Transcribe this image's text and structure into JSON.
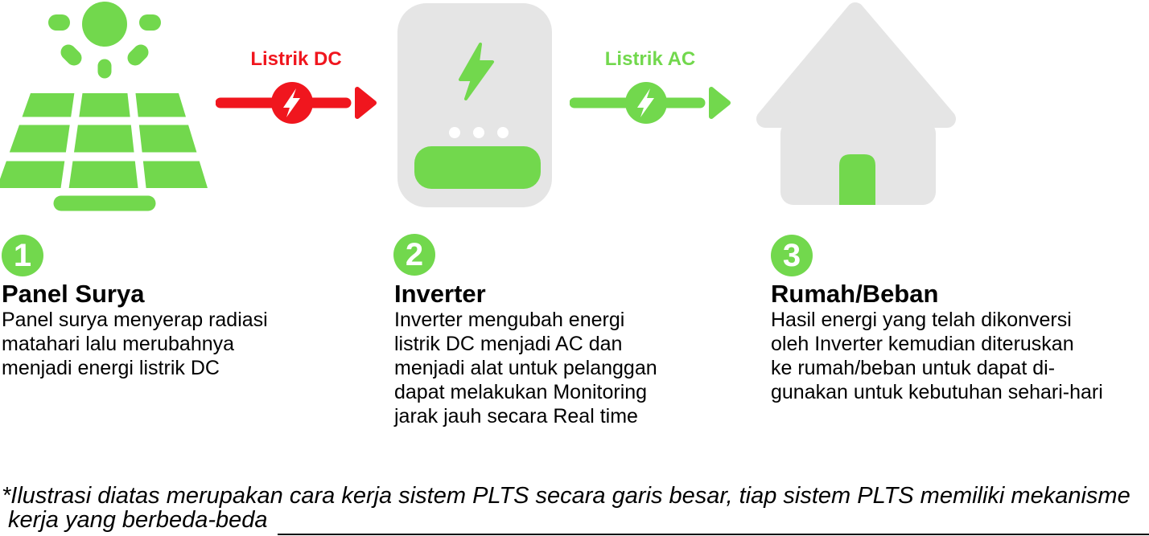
{
  "colors": {
    "green": "#72D84D",
    "red": "#F0161E",
    "gray": "#E5E5E5",
    "text": "#000000",
    "white": "#FFFFFF"
  },
  "flows": [
    {
      "label": "Listrik DC",
      "color": "#F0161E",
      "icon": "lightning-bolt-icon"
    },
    {
      "label": "Listrik AC",
      "color": "#72D84D",
      "icon": "lightning-bolt-icon"
    }
  ],
  "steps": [
    {
      "number": "1",
      "title": "Panel Surya",
      "icon": "solar-panel-icon",
      "lines": [
        "Panel surya menyerap radiasi",
        "matahari lalu merubahnya",
        "menjadi energi listrik DC"
      ]
    },
    {
      "number": "2",
      "title": "Inverter",
      "icon": "inverter-icon",
      "lines": [
        "Inverter mengubah energi",
        "listrik DC menjadi AC dan",
        "menjadi alat untuk pelanggan",
        "dapat melakukan Monitoring",
        "jarak jauh secara Real time"
      ]
    },
    {
      "number": "3",
      "title": "Rumah/Beban",
      "icon": "house-icon",
      "lines": [
        "Hasil energi yang telah dikonversi",
        "oleh Inverter kemudian diteruskan",
        "ke rumah/beban untuk dapat di-",
        "gunakan untuk kebutuhan sehari-hari"
      ]
    }
  ],
  "footnote": {
    "lines": [
      "*Ilustrasi diatas merupakan cara kerja sistem PLTS secara garis besar, tiap sistem PLTS memiliki mekanisme",
      " kerja yang berbeda-beda"
    ]
  }
}
